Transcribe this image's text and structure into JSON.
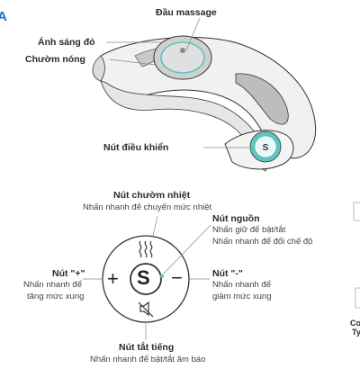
{
  "brand_fragment": "A",
  "device": {
    "labels": {
      "massage_head": "Đầu massage",
      "red_light": "Ánh sáng đỏ",
      "heat_pad": "Chườm nóng",
      "control_button": "Nút điều khiển"
    }
  },
  "panel": {
    "heat": {
      "title": "Nút chườm nhiệt",
      "desc": "Nhấn nhanh để chuyển mức nhiệt"
    },
    "power": {
      "title": "Nút nguồn",
      "desc1": "Nhấn giữ để bật/tắt",
      "desc2": "Nhấn nhanh để đổi chế độ"
    },
    "plus": {
      "title": "Nút \"+\"",
      "desc1": "Nhấn nhanh để",
      "desc2": "tăng mức xung"
    },
    "minus": {
      "title": "Nút \"-\"",
      "desc1": "Nhấn nhanh để",
      "desc2": "giảm mức xung"
    },
    "mute": {
      "title": "Nút tắt tiếng",
      "desc": "Nhấn nhanh để bật/tắt âm báo"
    },
    "center_symbol": "S",
    "plus_symbol": "+",
    "minus_symbol": "−"
  },
  "edge_fragments": {
    "line1": "Co",
    "line2": "Ty"
  },
  "colors": {
    "accent_teal": "#5ec4bd",
    "brand_blue": "#1a73c9",
    "line": "#333333",
    "device_fill": "#f1f1f1"
  }
}
